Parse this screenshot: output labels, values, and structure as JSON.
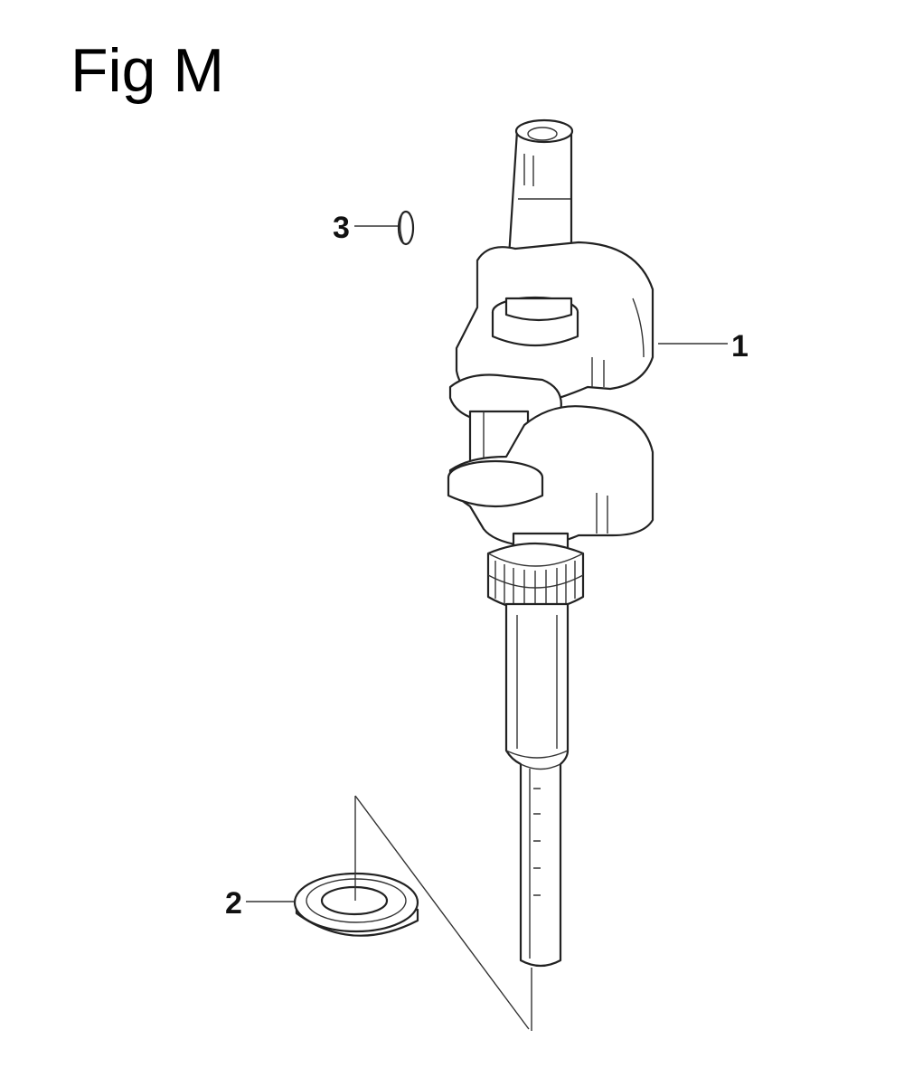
{
  "figure": {
    "title": "Fig M"
  },
  "parts": [
    {
      "callout": "1",
      "name": "crankshaft"
    },
    {
      "callout": "2",
      "name": "oil-seal"
    },
    {
      "callout": "3",
      "name": "key"
    }
  ],
  "colors": {
    "line": "#222222",
    "background": "#ffffff"
  }
}
